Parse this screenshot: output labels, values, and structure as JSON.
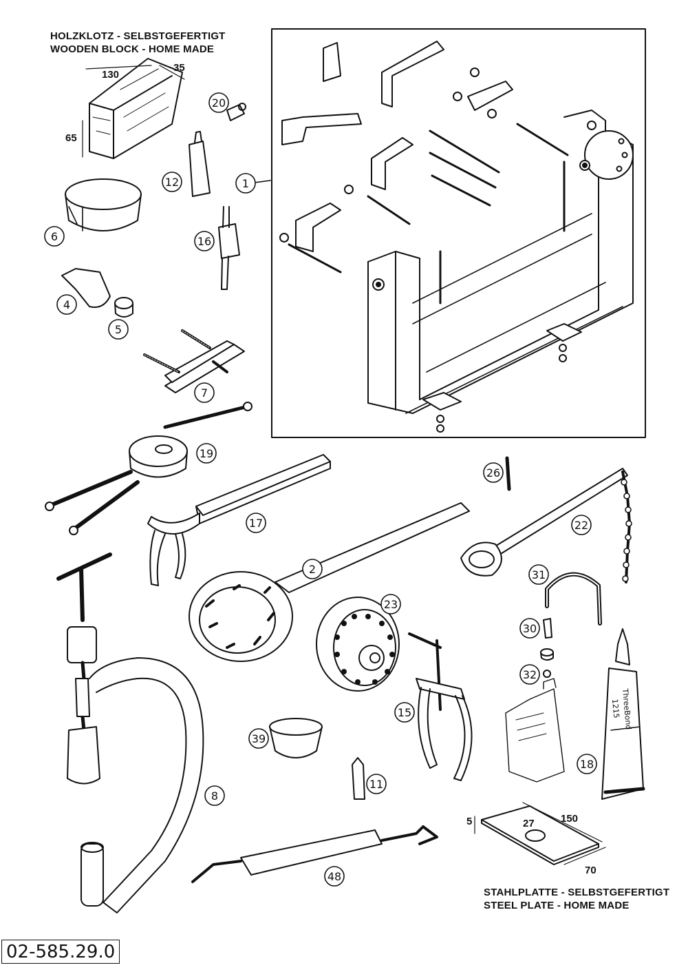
{
  "headings": {
    "wood_de": "HOLZKLOTZ - SELBSTGEFERTIGT",
    "wood_en": "WOODEN BLOCK - HOME MADE",
    "steel_de": "STAHLPLATTE - SELBSTGEFERTIGT",
    "steel_en": "STEEL PLATE - HOME MADE"
  },
  "dimensions": {
    "wood_length": "130",
    "wood_depth": "35",
    "wood_height": "65",
    "plate_thickness": "5",
    "plate_hole": "27",
    "plate_length": "150",
    "plate_width": "70"
  },
  "document_number": "02-585.29.0",
  "callouts": {
    "c1": "1",
    "c2": "2",
    "c4": "4",
    "c5": "5",
    "c6": "6",
    "c7": "7",
    "c8": "8",
    "c11": "11",
    "c12": "12",
    "c15": "15",
    "c16": "16",
    "c17": "17",
    "c18": "18",
    "c19": "19",
    "c20": "20",
    "c22": "22",
    "c23": "23",
    "c26": "26",
    "c30": "30",
    "c31": "31",
    "c32": "32",
    "c39": "39",
    "c48": "48"
  },
  "tube_label": {
    "brand": "ThreeBond",
    "code": "1215"
  }
}
